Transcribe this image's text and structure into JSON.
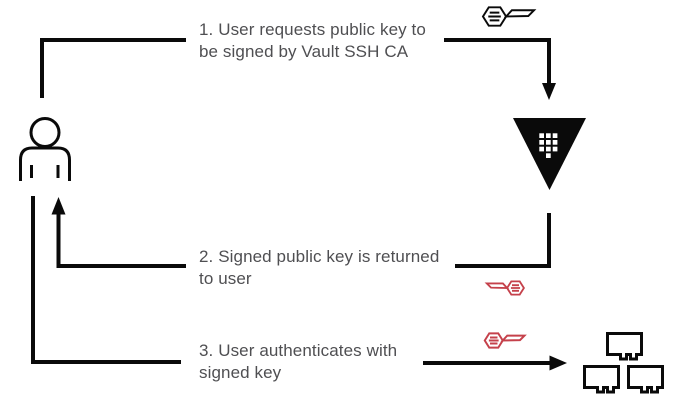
{
  "diagram": {
    "colors": {
      "line": "#0a0a0a",
      "text": "#4f4f52",
      "red": "#c5414b",
      "background": "#ffffff"
    },
    "steps": [
      {
        "line1": "1. User requests public key to",
        "line2": "be signed by Vault SSH CA",
        "key_icon": "key-icon",
        "key_color": "#0a0a0a",
        "key_direction": "right"
      },
      {
        "line1": "2. Signed public key is returned",
        "line2": "to user",
        "key_icon": "key-icon",
        "key_color": "#c5414b",
        "key_direction": "left"
      },
      {
        "line1": "3. User authenticates with",
        "line2": "signed key",
        "key_icon": "key-icon",
        "key_color": "#c5414b",
        "key_direction": "right"
      }
    ],
    "icons": {
      "user": "person-icon",
      "vault": "vault-logo-icon",
      "servers": "monitors-icon"
    }
  }
}
